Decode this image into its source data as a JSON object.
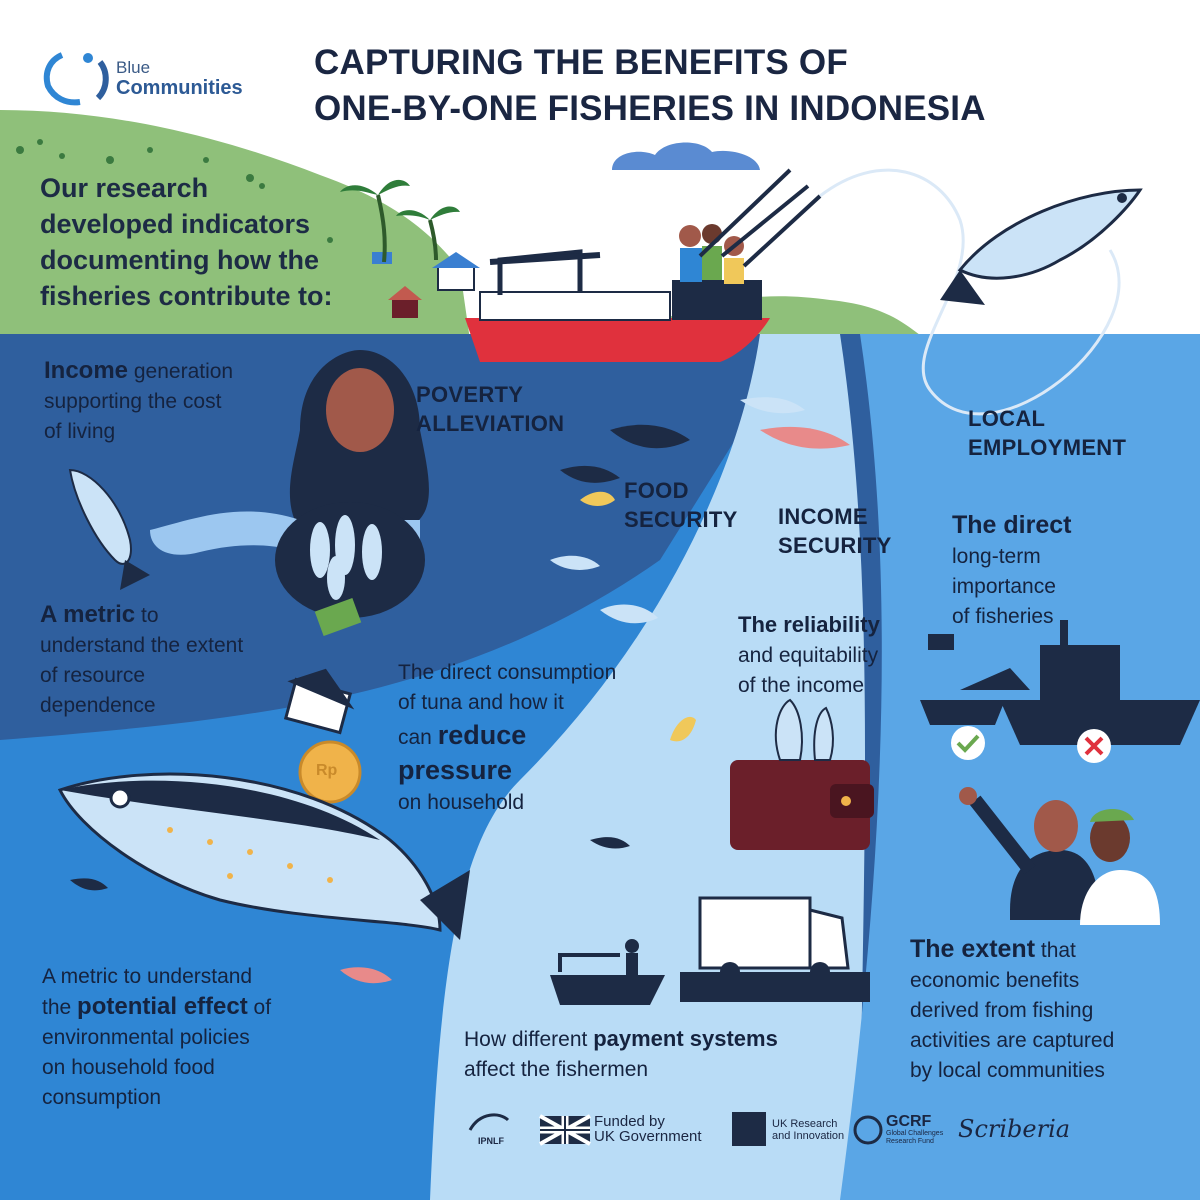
{
  "header": {
    "brand_line1": "Blue",
    "brand_line2": "Communities",
    "title_line1": "CAPTURING THE BENEFITS OF",
    "title_line2": "ONE-BY-ONE FISHERIES IN INDONESIA"
  },
  "intro": {
    "line1": "Our research",
    "line2": "developed indicators",
    "line3": "documenting how the",
    "line4": "fisheries contribute to:"
  },
  "themes": {
    "poverty_1": "POVERTY",
    "poverty_2": "ALLEVIATION",
    "food_1": "FOOD",
    "food_2": "SECURITY",
    "income_1": "INCOME",
    "income_2": "SECURITY",
    "employment_1": "LOCAL",
    "employment_2": "EMPLOYMENT"
  },
  "indicators": {
    "income_bold": "Income",
    "income_rest1": " generation",
    "income_line2": "supporting the cost",
    "income_line3": "of living",
    "metric_bold": "A metric",
    "metric_rest1": " to",
    "metric_line2": "understand the extent",
    "metric_line3": "of resource",
    "metric_line4": "dependence",
    "consumption_line1": "The direct consumption",
    "consumption_line2": "of tuna and how it",
    "consumption_can": "can ",
    "consumption_bold1": "reduce",
    "consumption_bold2": "pressure",
    "consumption_line5": "on household",
    "policy_line1": "A metric to understand",
    "policy_the": "the ",
    "policy_bold": "potential effect",
    "policy_of": " of",
    "policy_line3": "environmental policies",
    "policy_line4": "on household food",
    "policy_line5": "consumption",
    "reliability_bold": "The reliability",
    "reliability_line2": "and equitability",
    "reliability_line3": "of the income",
    "payment_line1_pre": "How different ",
    "payment_bold": "payment systems",
    "payment_line2": "affect the fishermen",
    "direct_bold": "The direct",
    "direct_line2": "long-term",
    "direct_line3": "importance",
    "direct_line4": "of fisheries",
    "extent_bold": "The extent",
    "extent_rest1": " that",
    "extent_line2": "economic benefits",
    "extent_line3": "derived from fishing",
    "extent_line4": "activities are captured",
    "extent_line5": "by local communities"
  },
  "coin_label": "Rp",
  "footer": {
    "ipnlf": "IPNLF",
    "funded_1": "Funded by",
    "funded_2": "UK Government",
    "ukri_1": "UK Research",
    "ukri_2": "and Innovation",
    "gcrf": "GCRF",
    "gcrf_sub1": "Global Challenges",
    "gcrf_sub2": "Research Fund",
    "scriberia": "Scriberia"
  },
  "colors": {
    "deep_sea": "#2f5f9e",
    "mid_sea": "#2f86d4",
    "light_sea": "#b9dcf6",
    "right_sea": "#5aa6e6",
    "hill": "#8fc07a",
    "boat_red": "#e0313d",
    "navy": "#1d2b45"
  }
}
